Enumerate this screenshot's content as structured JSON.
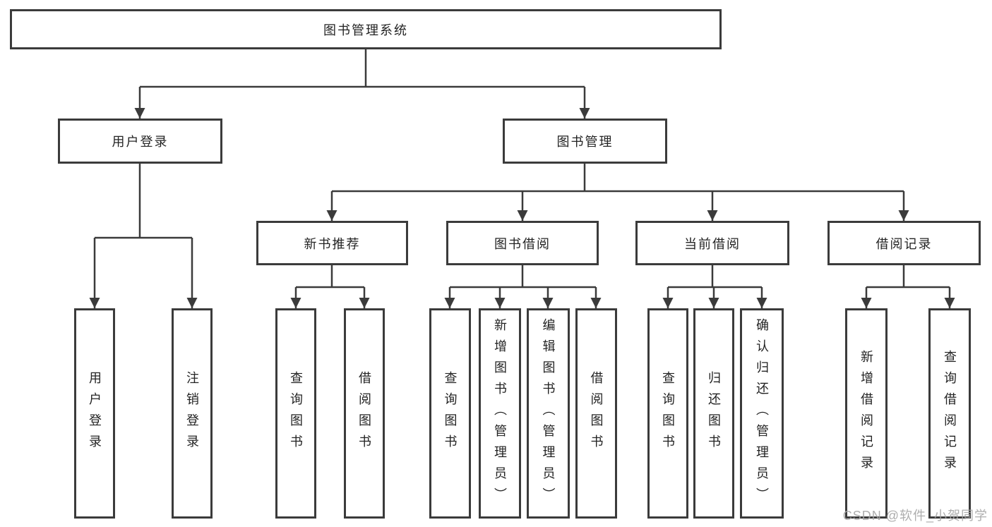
{
  "tree": {
    "root": {
      "label": "图书管理系统"
    },
    "branches": [
      {
        "label": "用户登录",
        "children": [
          {
            "label": "用户登录"
          },
          {
            "label": "注销登录"
          }
        ]
      },
      {
        "label": "图书管理",
        "groups": [
          {
            "label": "新书推荐",
            "children": [
              {
                "label": "查询图书"
              },
              {
                "label": "借阅图书"
              }
            ]
          },
          {
            "label": "图书借阅",
            "children": [
              {
                "label": "查询图书"
              },
              {
                "label": "新增图书（管理员）"
              },
              {
                "label": "编辑图书（管理员）"
              },
              {
                "label": "借阅图书"
              }
            ]
          },
          {
            "label": "当前借阅",
            "children": [
              {
                "label": "查询图书"
              },
              {
                "label": "归还图书"
              },
              {
                "label": "确认归还（管理员）"
              }
            ]
          },
          {
            "label": "借阅记录",
            "children": [
              {
                "label": "新增借阅记录"
              },
              {
                "label": "查询借阅记录"
              }
            ]
          }
        ]
      }
    ]
  },
  "watermark": {
    "text": "CSDN @软件_小贺同学"
  },
  "colors": {
    "line": "#3b3b3b",
    "box_border": "#3b3b3b",
    "text": "#232323",
    "background": "#ffffff",
    "watermark": "#a5a5a5"
  }
}
